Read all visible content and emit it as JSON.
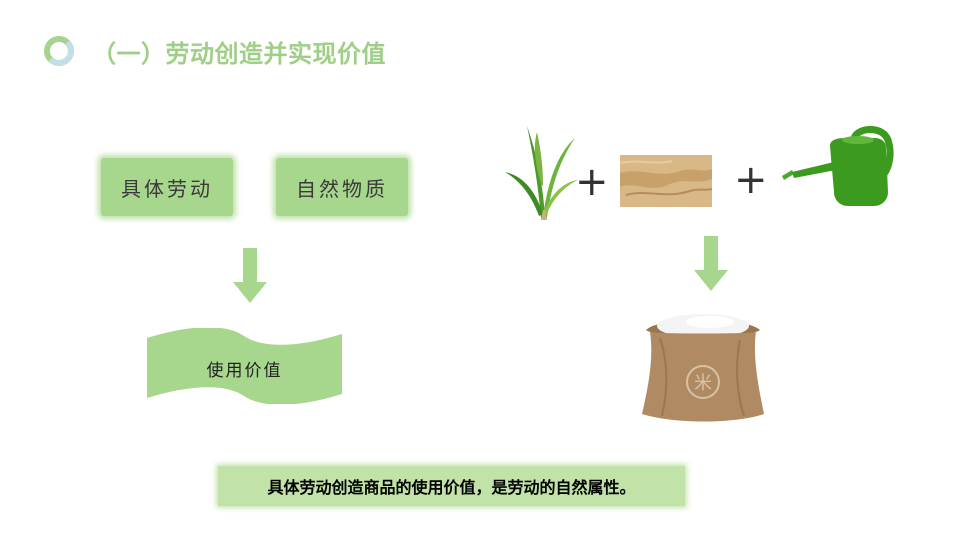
{
  "title": "（一）劳动创造并实现价值",
  "left_diagram": {
    "box_labor": "具体劳动",
    "box_material": "自然物质",
    "result": "使用价值"
  },
  "right_diagram": {
    "plus_1": "+",
    "plus_2": "+",
    "sack_mark": "米"
  },
  "caption": "具体劳动创造商品的使用价值，是劳动的自然属性。",
  "colors": {
    "accent_green": "#a7d68d",
    "title_green": "#9fcf86",
    "caption_green": "#c1e3a7"
  },
  "icons": [
    "ring-icon",
    "rice-plant-icon",
    "soil-icon",
    "watering-can-icon",
    "rice-sack-icon",
    "down-arrow-icon"
  ]
}
